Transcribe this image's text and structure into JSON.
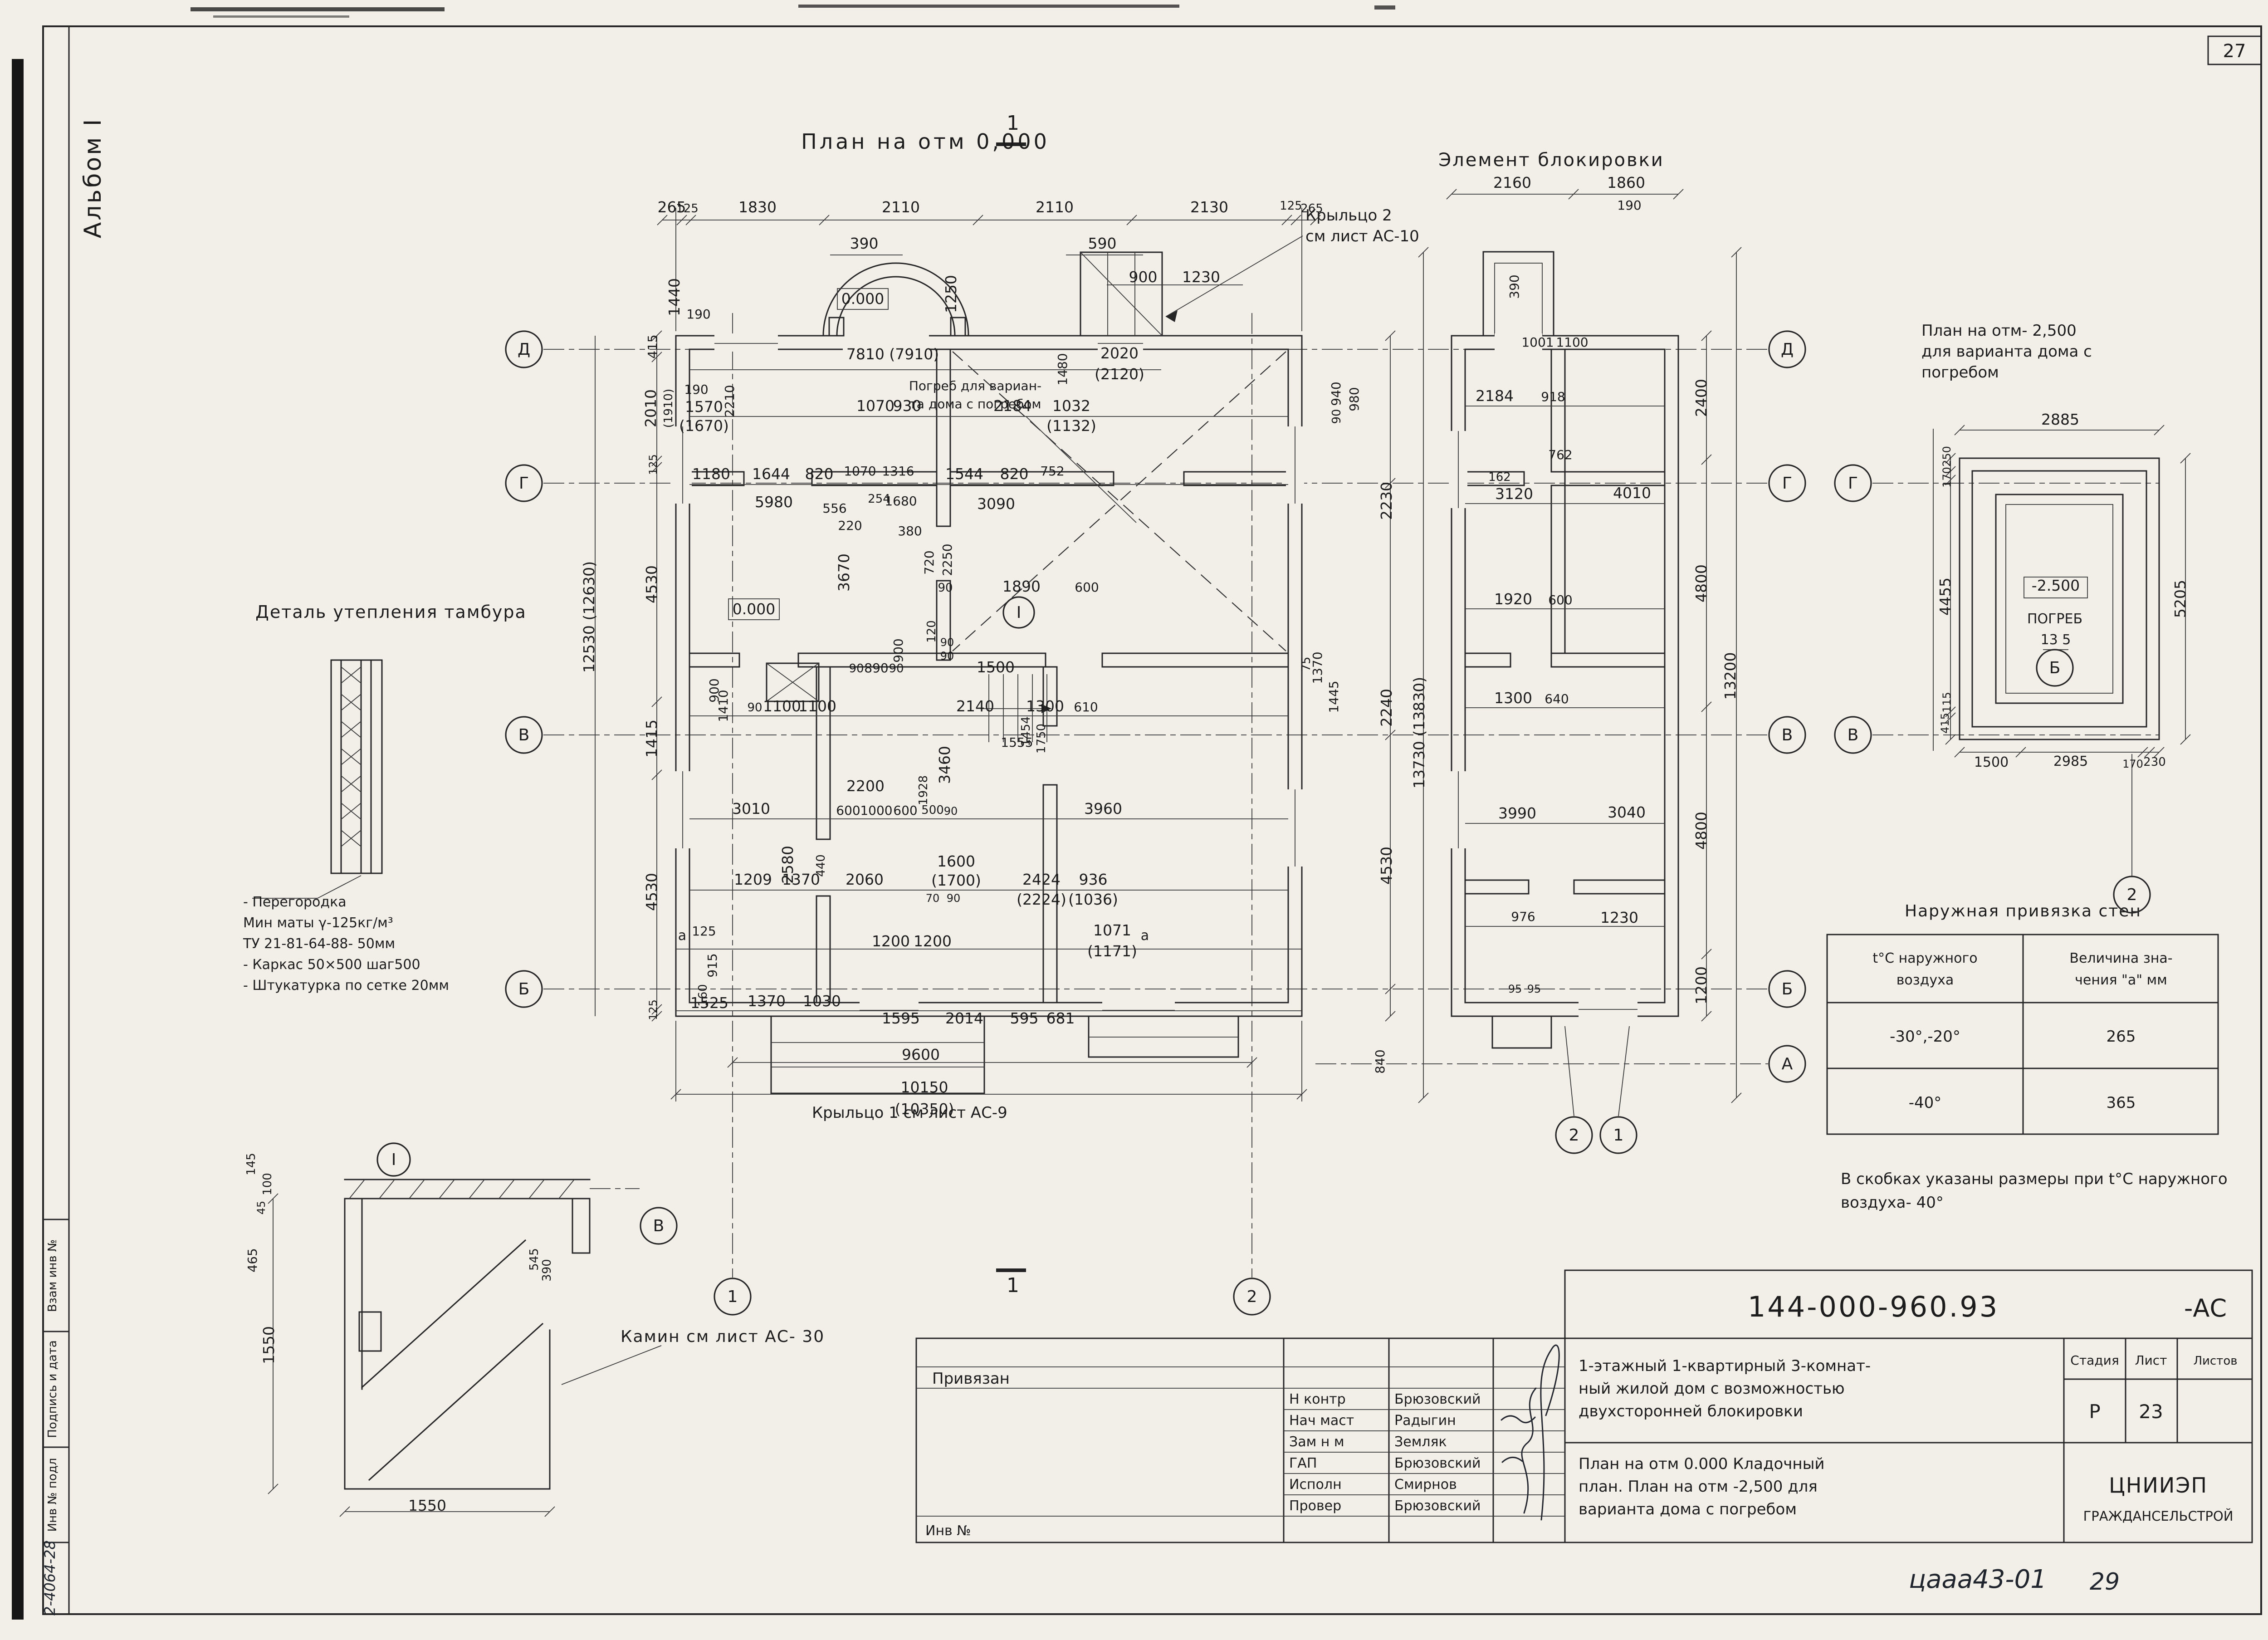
{
  "page": {
    "number": "27",
    "album": "Альбом I",
    "stamp": [
      "Взам инв №",
      "Подпись и дата",
      "Инв № подл",
      "2-4064-28"
    ],
    "footer_code": "цааа43-01",
    "footer_sheet": "29"
  },
  "titles": {
    "main": "План на отм 0,000",
    "blocking": "Элемент блокировки",
    "cellar1": "План на отм- 2,500",
    "cellar2": "для варианта дома с",
    "cellar3": "погребом",
    "detail": "Деталь утепления тамбура",
    "porch2a": "Крыльцо 2",
    "porch2b": "см лист АС-10",
    "porch1": "Крыльцо 1 см лист АС-9",
    "kamin": "Камин см лист АС- 30",
    "pogreb1": "Погреб для вариан-",
    "pogreb2": "та дома с погребом",
    "bracket1": "В скобках указаны размеры при t°C наружного",
    "bracket2": "воздуха- 40°"
  },
  "notes": {
    "insulation": [
      "- Перегородка",
      "Мин маты γ-125кг/м³",
      "ТУ 21-81-64-88-   50мм",
      "- Каркас 50×500  шаг500",
      "- Штукатурка по сетке 20мм"
    ]
  },
  "table": {
    "title": "Наружная привязка стен",
    "col1": [
      "t°C наружного",
      "воздуха"
    ],
    "col2": [
      "Величина зна-",
      "чения \"а\" мм"
    ],
    "rows": [
      [
        "-30°,-20°",
        "265"
      ],
      [
        "-40°",
        "365"
      ]
    ]
  },
  "titleblock": {
    "doc": "144-000-960.93",
    "suffix": "-АС",
    "privyazan": "Привязан",
    "inv": "Инв №",
    "people": [
      [
        "Н контр",
        "Брюзовский"
      ],
      [
        "Нач маст",
        "Радыгин"
      ],
      [
        "Зам н м",
        "Земляк"
      ],
      [
        "ГАП",
        "Брюзовский"
      ],
      [
        "Исполн",
        "Смирнов"
      ],
      [
        "Провер",
        "Брюзовский"
      ]
    ],
    "desc1": [
      "1-этажный 1-квартирный 3-комнат-",
      "ный жилой дом с возможностью",
      "двухсторонней блокировки"
    ],
    "desc2": [
      "План на отм 0.000 Кладочный",
      "план. План на отм -2,500 для",
      "варианта дома с погребом"
    ],
    "stage_label": "Стадия",
    "sheet_label": "Лист",
    "sheets_label": "Листов",
    "stage": "Р",
    "sheet": "23",
    "org1": "ЦНИИЭП",
    "org2": "ГРАЖДАНСЕЛЬСТРОЙ"
  },
  "labels": [
    [
      1481,
      468,
      "265"
    ],
    [
      1515,
      468,
      "125",
      {
        "fs": 26
      }
    ],
    [
      1670,
      468,
      "1830"
    ],
    [
      1986,
      468,
      "2110"
    ],
    [
      2325,
      468,
      "2110"
    ],
    [
      2666,
      468,
      "2130"
    ],
    [
      2846,
      462,
      "125",
      {
        "fs": 26
      }
    ],
    [
      2892,
      468,
      "265",
      {
        "fs": 26
      }
    ],
    [
      1905,
      548,
      "390"
    ],
    [
      2430,
      548,
      "590"
    ],
    [
      2520,
      622,
      "900"
    ],
    [
      2648,
      622,
      "1230"
    ],
    [
      1498,
      655,
      "1440",
      {
        "r": -90
      }
    ],
    [
      2108,
      648,
      "1250",
      {
        "r": -90
      }
    ],
    [
      1540,
      702,
      "190",
      {
        "fs": 28
      }
    ],
    [
      1968,
      792,
      "7810 (7910)"
    ],
    [
      2468,
      790,
      "2020"
    ],
    [
      2468,
      836,
      "(2120)"
    ],
    [
      2352,
      814,
      "1480",
      {
        "r": -90,
        "fs": 28
      }
    ],
    [
      1535,
      868,
      "190",
      {
        "fs": 28
      }
    ],
    [
      1552,
      908,
      "1570"
    ],
    [
      1552,
      950,
      "(1670)"
    ],
    [
      1618,
      884,
      "2210",
      {
        "r": -90,
        "fs": 28
      }
    ],
    [
      1930,
      906,
      "1070"
    ],
    [
      2000,
      906,
      "930"
    ],
    [
      2232,
      906,
      "2184"
    ],
    [
      2362,
      906,
      "1032"
    ],
    [
      2362,
      950,
      "(1132)"
    ],
    [
      2955,
      868,
      "940",
      {
        "r": -90,
        "fs": 28
      }
    ],
    [
      2955,
      918,
      "90",
      {
        "r": -90,
        "fs": 26
      }
    ],
    [
      2995,
      880,
      "980",
      {
        "r": -90,
        "fs": 28
      }
    ],
    [
      1568,
      1056,
      "1180"
    ],
    [
      1700,
      1056,
      "1644"
    ],
    [
      1806,
      1056,
      "820"
    ],
    [
      1896,
      1048,
      "1070",
      {
        "fs": 28
      }
    ],
    [
      1980,
      1048,
      "1316",
      {
        "fs": 28
      }
    ],
    [
      2126,
      1056,
      "1544"
    ],
    [
      2236,
      1056,
      "820"
    ],
    [
      2320,
      1048,
      "752",
      {
        "fs": 28
      }
    ],
    [
      1706,
      1118,
      "5980"
    ],
    [
      1840,
      1130,
      "556",
      {
        "fs": 28
      }
    ],
    [
      1874,
      1168,
      "220",
      {
        "fs": 28
      }
    ],
    [
      1938,
      1108,
      "254",
      {
        "fs": 26
      }
    ],
    [
      1986,
      1114,
      "1680",
      {
        "fs": 28
      }
    ],
    [
      2006,
      1180,
      "380",
      {
        "fs": 28
      }
    ],
    [
      2196,
      1122,
      "3090"
    ],
    [
      1872,
      1262,
      "3670",
      {
        "r": -90
      }
    ],
    [
      2058,
      1240,
      "720",
      {
        "r": -90,
        "fs": 28
      }
    ],
    [
      2098,
      1234,
      "2250",
      {
        "r": -90,
        "fs": 28
      }
    ],
    [
      2084,
      1304,
      "90",
      {
        "fs": 26
      }
    ],
    [
      2252,
      1304,
      "1890"
    ],
    [
      2396,
      1304,
      "600",
      {
        "fs": 28
      }
    ],
    [
      1990,
      1434,
      "900",
      {
        "r": -90,
        "fs": 28
      }
    ],
    [
      2062,
      1392,
      "120",
      {
        "r": -90,
        "fs": 26
      }
    ],
    [
      2088,
      1424,
      "90",
      {
        "fs": 24
      }
    ],
    [
      2088,
      1454,
      "90",
      {
        "fs": 24
      }
    ],
    [
      1902,
      670,
      "0.000"
    ],
    [
      1662,
      1354,
      "0.000"
    ],
    [
      1888,
      1482,
      "90",
      {
        "fs": 26
      }
    ],
    [
      1932,
      1482,
      "890",
      {
        "fs": 28
      }
    ],
    [
      1976,
      1482,
      "90",
      {
        "fs": 26
      }
    ],
    [
      2195,
      1482,
      "1500"
    ],
    [
      2888,
      1464,
      "75",
      {
        "r": -90,
        "fs": 26
      }
    ],
    [
      2914,
      1472,
      "1370",
      {
        "r": -90,
        "fs": 28
      }
    ],
    [
      2950,
      1536,
      "1445",
      {
        "r": -90,
        "fs": 28
      }
    ],
    [
      1584,
      1522,
      "900",
      {
        "r": -90,
        "fs": 28
      }
    ],
    [
      1604,
      1556,
      "1410",
      {
        "r": -90,
        "fs": 28
      }
    ],
    [
      1664,
      1568,
      "90",
      {
        "fs": 26
      }
    ],
    [
      1724,
      1568,
      "1100"
    ],
    [
      1802,
      1568,
      "1100"
    ],
    [
      2150,
      1568,
      "2140"
    ],
    [
      2304,
      1568,
      "1300"
    ],
    [
      2394,
      1568,
      "610",
      {
        "fs": 28
      }
    ],
    [
      2242,
      1646,
      "1555",
      {
        "fs": 28
      }
    ],
    [
      2270,
      1612,
      "1454",
      {
        "r": -90,
        "fs": 26
      }
    ],
    [
      2304,
      1628,
      "1750",
      {
        "r": -90,
        "fs": 26
      }
    ],
    [
      2094,
      1686,
      "3460",
      {
        "r": -90
      }
    ],
    [
      2044,
      1742,
      "1928",
      {
        "r": -90,
        "fs": 26
      }
    ],
    [
      1656,
      1794,
      "3010"
    ],
    [
      1908,
      1744,
      "2200"
    ],
    [
      1870,
      1796,
      "600",
      {
        "fs": 28
      }
    ],
    [
      1932,
      1796,
      "1000",
      {
        "fs": 28
      }
    ],
    [
      1996,
      1796,
      "600",
      {
        "fs": 28
      }
    ],
    [
      2056,
      1794,
      "500",
      {
        "fs": 26
      }
    ],
    [
      2096,
      1796,
      "90",
      {
        "fs": 24
      }
    ],
    [
      2432,
      1794,
      "3960"
    ],
    [
      1748,
      1906,
      "2580",
      {
        "r": -90
      }
    ],
    [
      1818,
      1908,
      "440",
      {
        "r": -90,
        "fs": 26
      }
    ],
    [
      1660,
      1950,
      "1209"
    ],
    [
      1766,
      1950,
      "1370"
    ],
    [
      1906,
      1950,
      "2060"
    ],
    [
      2108,
      1910,
      "1600"
    ],
    [
      2108,
      1952,
      "(1700)"
    ],
    [
      2056,
      1988,
      "70",
      {
        "fs": 24
      }
    ],
    [
      2102,
      1988,
      "90",
      {
        "fs": 24
      }
    ],
    [
      2296,
      1950,
      "2424"
    ],
    [
      2296,
      1994,
      "(2224)"
    ],
    [
      2410,
      1950,
      "936"
    ],
    [
      2410,
      1994,
      "(1036)"
    ],
    [
      1504,
      2072,
      "а",
      {
        "fs": 30
      }
    ],
    [
      1552,
      2062,
      "125",
      {
        "fs": 28
      }
    ],
    [
      1580,
      2128,
      "915",
      {
        "r": -90,
        "fs": 28
      }
    ],
    [
      1558,
      2194,
      "160",
      {
        "r": -90,
        "fs": 26
      }
    ],
    [
      1964,
      2086,
      "1200"
    ],
    [
      2056,
      2086,
      "1200"
    ],
    [
      2452,
      2062,
      "1071"
    ],
    [
      2452,
      2108,
      "(1171)"
    ],
    [
      2524,
      2072,
      "а",
      {
        "fs": 30
      }
    ],
    [
      1564,
      2222,
      "1525"
    ],
    [
      1690,
      2218,
      "1370"
    ],
    [
      1812,
      2218,
      "1030"
    ],
    [
      1986,
      2256,
      "1595"
    ],
    [
      2126,
      2256,
      "2014"
    ],
    [
      2258,
      2256,
      "595"
    ],
    [
      2338,
      2256,
      "681"
    ],
    [
      2030,
      2336,
      "9600"
    ],
    [
      2038,
      2408,
      "10150"
    ],
    [
      2038,
      2456,
      "(10350)"
    ],
    [
      1448,
      764,
      "415",
      {
        "r": -90,
        "fs": 28
      }
    ],
    [
      1446,
      900,
      "2010",
      {
        "r": -90
      }
    ],
    [
      1482,
      900,
      "(1910)",
      {
        "r": -90,
        "fs": 26
      }
    ],
    [
      1448,
      1024,
      "125",
      {
        "r": -90,
        "fs": 24
      }
    ],
    [
      1448,
      1288,
      "4530",
      {
        "r": -90
      }
    ],
    [
      1448,
      1628,
      "1415",
      {
        "r": -90
      }
    ],
    [
      1448,
      1966,
      "4530",
      {
        "r": -90
      }
    ],
    [
      1448,
      2226,
      "125",
      {
        "r": -90,
        "fs": 24
      }
    ],
    [
      1310,
      1360,
      "12530 (12630)",
      {
        "r": -90
      }
    ],
    [
      3068,
      1104,
      "2230",
      {
        "r": -90
      }
    ],
    [
      3068,
      1560,
      "2240",
      {
        "r": -90
      }
    ],
    [
      3068,
      1908,
      "4530",
      {
        "r": -90
      }
    ],
    [
      3052,
      2340,
      "840",
      {
        "r": -90,
        "fs": 28
      }
    ],
    [
      3140,
      1615,
      "13730 (13830)",
      {
        "r": -90
      }
    ],
    [
      3334,
      414,
      "2160"
    ],
    [
      3585,
      414,
      "1860"
    ],
    [
      3592,
      462,
      "190",
      {
        "fs": 28
      }
    ],
    [
      3348,
      632,
      "390",
      {
        "r": -90,
        "fs": 28
      }
    ],
    [
      3390,
      764,
      "1001",
      {
        "fs": 28
      }
    ],
    [
      3466,
      764,
      "1100",
      {
        "fs": 28
      }
    ],
    [
      3295,
      884,
      "2184"
    ],
    [
      3424,
      884,
      "918",
      {
        "fs": 28
      }
    ],
    [
      3440,
      1012,
      "762",
      {
        "fs": 28
      }
    ],
    [
      3306,
      1060,
      "162",
      {
        "fs": 26
      }
    ],
    [
      3338,
      1100,
      "3120"
    ],
    [
      3598,
      1098,
      "4010"
    ],
    [
      3336,
      1332,
      "1920"
    ],
    [
      3440,
      1332,
      "600",
      {
        "fs": 28
      }
    ],
    [
      3336,
      1550,
      "1300"
    ],
    [
      3432,
      1550,
      "640",
      {
        "fs": 28
      }
    ],
    [
      3345,
      1804,
      "3990"
    ],
    [
      3586,
      1802,
      "3040"
    ],
    [
      3358,
      2030,
      "976",
      {
        "fs": 28
      }
    ],
    [
      3570,
      2034,
      "1230"
    ],
    [
      3340,
      2188,
      "95",
      {
        "fs": 24
      }
    ],
    [
      3382,
      2188,
      "95",
      {
        "fs": 24
      }
    ],
    [
      3762,
      877,
      "2400",
      {
        "r": -90
      }
    ],
    [
      3762,
      1286,
      "4800",
      {
        "r": -90
      }
    ],
    [
      3826,
      1490,
      "13200",
      {
        "r": -90
      }
    ],
    [
      3762,
      1831,
      "4800",
      {
        "r": -90
      }
    ],
    [
      3762,
      2172,
      "1200",
      {
        "r": -90
      }
    ],
    [
      4542,
      936,
      "2885"
    ],
    [
      4300,
      1006,
      "250",
      {
        "r": -90,
        "fs": 24
      }
    ],
    [
      4300,
      1052,
      "170",
      {
        "r": -90,
        "fs": 24
      }
    ],
    [
      4300,
      1315,
      "4455",
      {
        "r": -90
      }
    ],
    [
      4300,
      1548,
      "115",
      {
        "r": -90,
        "fs": 24
      }
    ],
    [
      4296,
      1594,
      "415",
      {
        "r": -90,
        "fs": 24
      }
    ],
    [
      4818,
      1320,
      "5205",
      {
        "r": -90
      }
    ],
    [
      4390,
      1690,
      "1500",
      {
        "fs": 30
      }
    ],
    [
      4565,
      1688,
      "2985",
      {
        "fs": 30
      }
    ],
    [
      4702,
      1692,
      "170",
      {
        "fs": 24
      }
    ],
    [
      4750,
      1688,
      "230",
      {
        "fs": 26
      }
    ],
    [
      4532,
      1302,
      "-2.500"
    ],
    [
      4530,
      1374,
      "ПОГРЕБ",
      {
        "fs": 30
      }
    ],
    [
      4532,
      1420,
      "13 5",
      {
        "fs": 30
      }
    ],
    [
      562,
      2566,
      "145",
      {
        "r": -90,
        "fs": 26
      }
    ],
    [
      598,
      2610,
      "100",
      {
        "r": -90,
        "fs": 26
      }
    ],
    [
      584,
      2662,
      "45",
      {
        "r": -90,
        "fs": 24
      }
    ],
    [
      566,
      2778,
      "465",
      {
        "r": -90,
        "fs": 28
      }
    ],
    [
      604,
      2965,
      "1550",
      {
        "r": -90
      }
    ],
    [
      1186,
      2776,
      "545",
      {
        "r": -90,
        "fs": 26
      }
    ],
    [
      1214,
      2800,
      "390",
      {
        "r": -90,
        "fs": 26
      }
    ],
    [
      942,
      3330,
      "1550"
    ],
    [
      2233,
      286,
      "1",
      {
        "fs": 44
      }
    ],
    [
      2233,
      2848,
      "1",
      {
        "fs": 44
      }
    ]
  ],
  "bubbles": [
    [
      1155,
      770,
      "Д"
    ],
    [
      1155,
      1065,
      "Г"
    ],
    [
      1155,
      1620,
      "В"
    ],
    [
      1155,
      2180,
      "Б"
    ],
    [
      3940,
      770,
      "Д"
    ],
    [
      3940,
      1065,
      "Г"
    ],
    [
      3940,
      1620,
      "В"
    ],
    [
      3940,
      2180,
      "Б"
    ],
    [
      3940,
      2345,
      "А"
    ],
    [
      1615,
      2858,
      "1"
    ],
    [
      2760,
      2858,
      "2"
    ],
    [
      3470,
      2502,
      "2"
    ],
    [
      3568,
      2502,
      "1"
    ],
    [
      4085,
      1065,
      "Г"
    ],
    [
      4085,
      1620,
      "В"
    ],
    [
      4530,
      1472,
      "Б"
    ],
    [
      4700,
      1972,
      "2"
    ],
    [
      1452,
      2702,
      "В"
    ],
    [
      868,
      2556,
      "I",
      36
    ],
    [
      2246,
      1350,
      "I",
      34
    ]
  ]
}
